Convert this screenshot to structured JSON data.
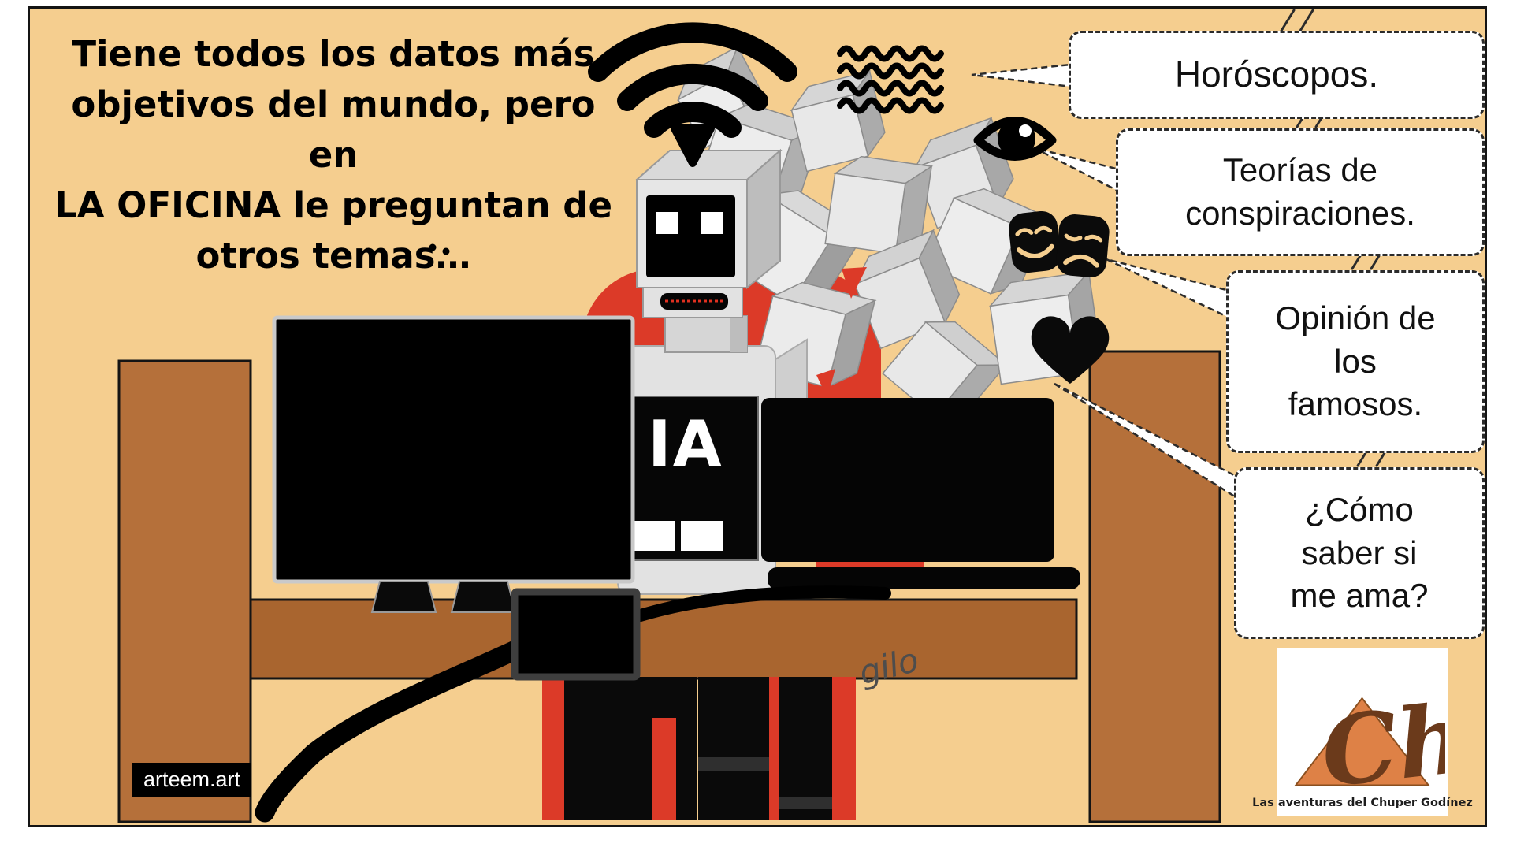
{
  "caption": {
    "text": "Tiene todos los datos más\nobjetivos del mundo, pero en\nLA OFICINA le preguntan de\notros temas…"
  },
  "bubbles": [
    {
      "label": "Horóscopos."
    },
    {
      "label": "Teorías de\nconspiraciones."
    },
    {
      "label": "Opinión de\nlos\nfamosos."
    },
    {
      "label": "¿Cómo\nsaber si\nme ama?"
    }
  ],
  "robot": {
    "chest_label": "IA"
  },
  "watermark": {
    "text": "arteem.art"
  },
  "signature": {
    "text": "gilo"
  },
  "logo": {
    "monogram": "Ch",
    "caption": "Las aventuras del Chuper Godínez"
  },
  "icons": [
    "wifi-icon",
    "waves-icon",
    "eye-icon",
    "theater-masks-icon",
    "heart-icon"
  ],
  "colors": {
    "background": "#F5CE8F",
    "desk_top": "#A9652F",
    "desk_legs": "#B5703A",
    "chair_red": "#DC3A28",
    "data_block_gray": "#ECECEC",
    "logo_triangle": "#DE8146",
    "logo_monogram_brown": "#6B3A1B"
  }
}
